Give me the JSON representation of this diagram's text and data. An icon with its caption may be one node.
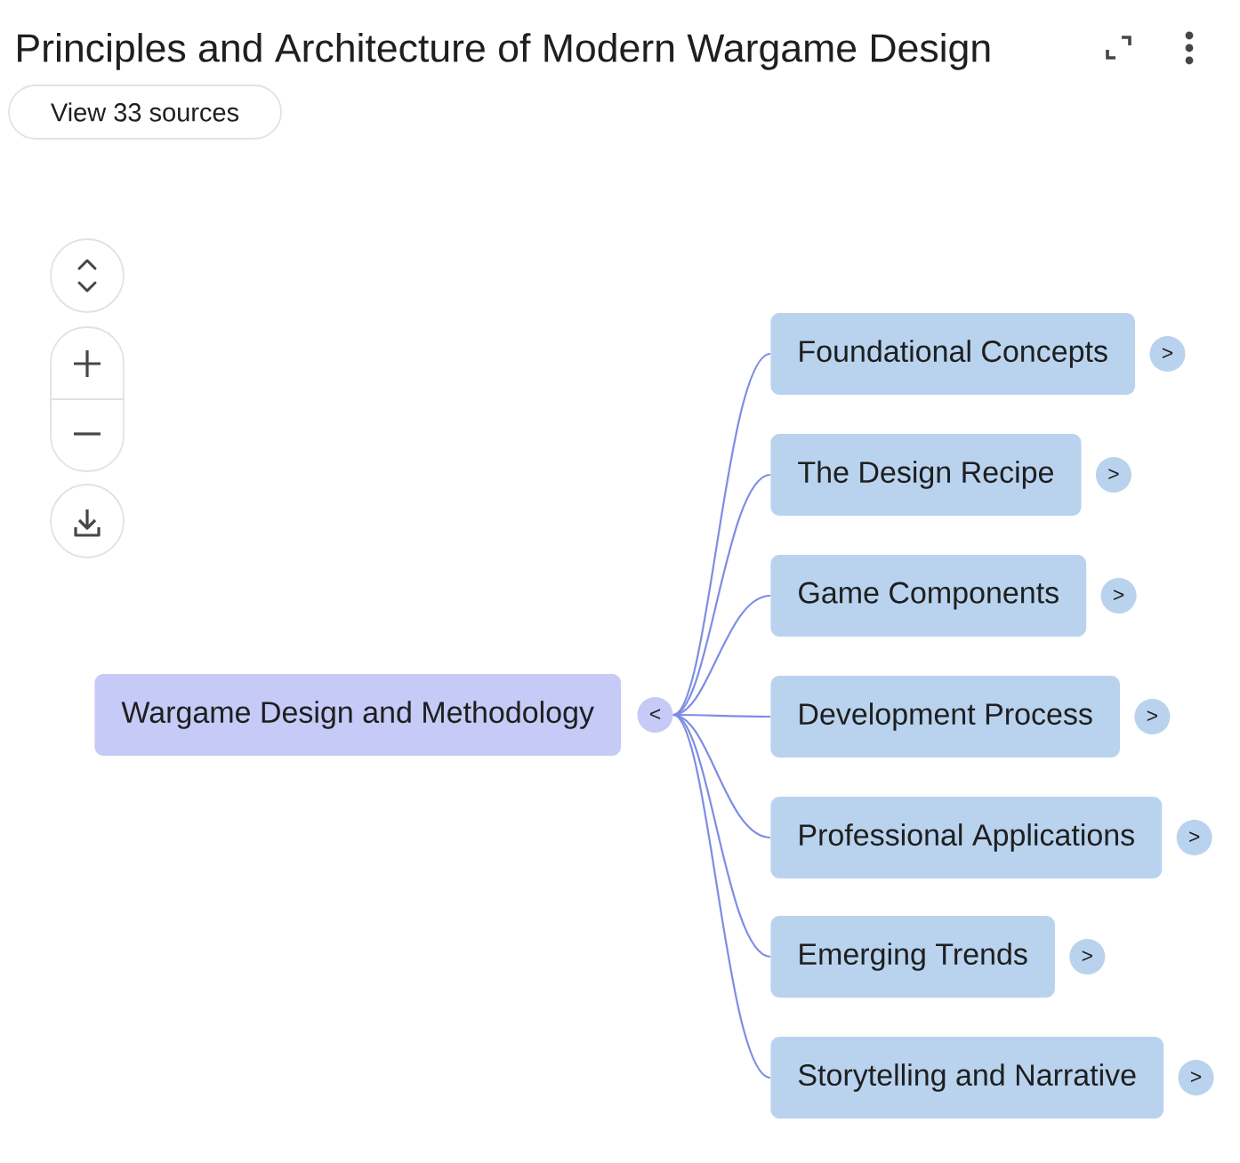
{
  "diagram": {
    "title": "Principles and Architecture of Modern Wargame Design",
    "nodes": [
      {
        "text": [
          "Wargame Design and Methodology"
        ],
        "beside": [
          "<"
        ]
      },
      {
        "text": [
          "Foundational Concepts"
        ],
        "beside": [
          ">"
        ]
      },
      {
        "text": [
          "The Design Recipe"
        ],
        "beside": [
          ">"
        ]
      },
      {
        "text": [
          "Game Components"
        ],
        "beside": [
          ">"
        ]
      },
      {
        "text": [
          "Development Process"
        ],
        "beside": [
          ">"
        ]
      },
      {
        "text": [
          "Professional Applications"
        ],
        "beside": [
          ">"
        ]
      },
      {
        "text": [
          "Emerging Trends"
        ],
        "beside": [
          ">"
        ]
      },
      {
        "text": [
          "Storytelling and Narrative"
        ],
        "beside": [
          ">"
        ]
      }
    ],
    "edges": [
      {
        "from": 0,
        "to": 1,
        "arrow": "none"
      },
      {
        "from": 0,
        "to": 2,
        "arrow": "none"
      },
      {
        "from": 0,
        "to": 3,
        "arrow": "none"
      },
      {
        "from": 0,
        "to": 4,
        "arrow": "none"
      },
      {
        "from": 0,
        "to": 5,
        "arrow": "none"
      },
      {
        "from": 0,
        "to": 6,
        "arrow": "none"
      },
      {
        "from": 0,
        "to": 7,
        "arrow": "none"
      }
    ],
    "labels": [
      "View 33 sources"
    ]
  }
}
